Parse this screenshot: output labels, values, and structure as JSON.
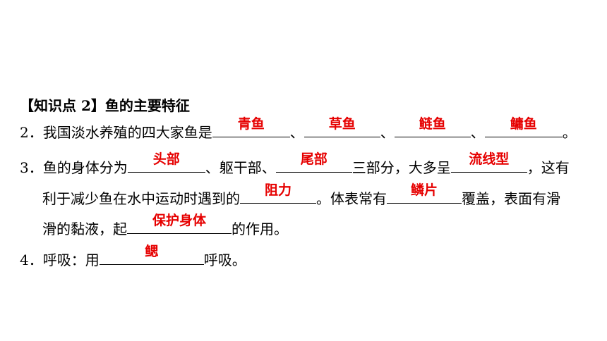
{
  "heading": "【知识点 2】鱼的主要特征",
  "q2": {
    "num": "2．",
    "text1": "我国淡水养殖的四大家鱼是",
    "ans1": "青鱼",
    "sep1": "、",
    "ans2": "草鱼",
    "sep2": "、",
    "ans3": "鲢鱼",
    "sep3": "、",
    "ans4": "鳙鱼",
    "end": "。"
  },
  "q3": {
    "num": "3．",
    "text1": "鱼的身体分为",
    "ans1": "头部",
    "text2": "、躯干部、",
    "ans2": "尾部",
    "text3": "三部分，大多呈",
    "ans3": "流线型",
    "text4": "，这有",
    "text5": "利于减少鱼在水中运动时遇到的",
    "ans4": "阻力",
    "text6": "。体表常有",
    "ans5": "鳞片",
    "text7": "覆盖，表面有滑",
    "text8": "滑的黏液，起",
    "ans6": "保护身体",
    "text9": "的作用。"
  },
  "q4": {
    "num": "4．",
    "text1": "呼吸：用",
    "ans1": "鳃",
    "text2": "呼吸。"
  },
  "colors": {
    "answer": "#e60000",
    "text": "#000000"
  }
}
